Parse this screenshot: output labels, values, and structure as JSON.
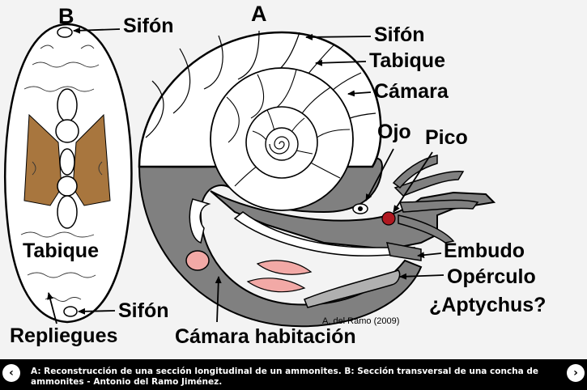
{
  "figure": {
    "panel_b": {
      "letter": "B",
      "labels": {
        "siphon_top": "Sifón",
        "septum": "Tabique",
        "siphon_bottom": "Sifón",
        "folds": "Repliegues"
      }
    },
    "panel_a": {
      "letter": "A",
      "labels": {
        "siphon": "Sifón",
        "septum": "Tabique",
        "chamber": "Cámara",
        "eye": "Ojo",
        "beak": "Pico",
        "funnel": "Embudo",
        "operculum": "Opérculo",
        "aptychus": "¿Aptychus?",
        "living_chamber": "Cámara habitación"
      },
      "credit": "A. del Ramo (2009)"
    },
    "colors": {
      "shell_outline": "#000000",
      "septa_fill": "#ffffff",
      "mantle_gray": "#808080",
      "shell_brown": "#a8763e",
      "gonad_pink": "#f2a9a6",
      "beak_red": "#b01820"
    }
  },
  "caption_bar": {
    "prev_icon": "chevron-left-icon",
    "next_icon": "chevron-right-icon",
    "text": "A: Reconstrucción de una sección longitudinal de un ammonites. B: Sección transversal de una concha de ammonites - Antonio del Ramo Jiménez."
  }
}
